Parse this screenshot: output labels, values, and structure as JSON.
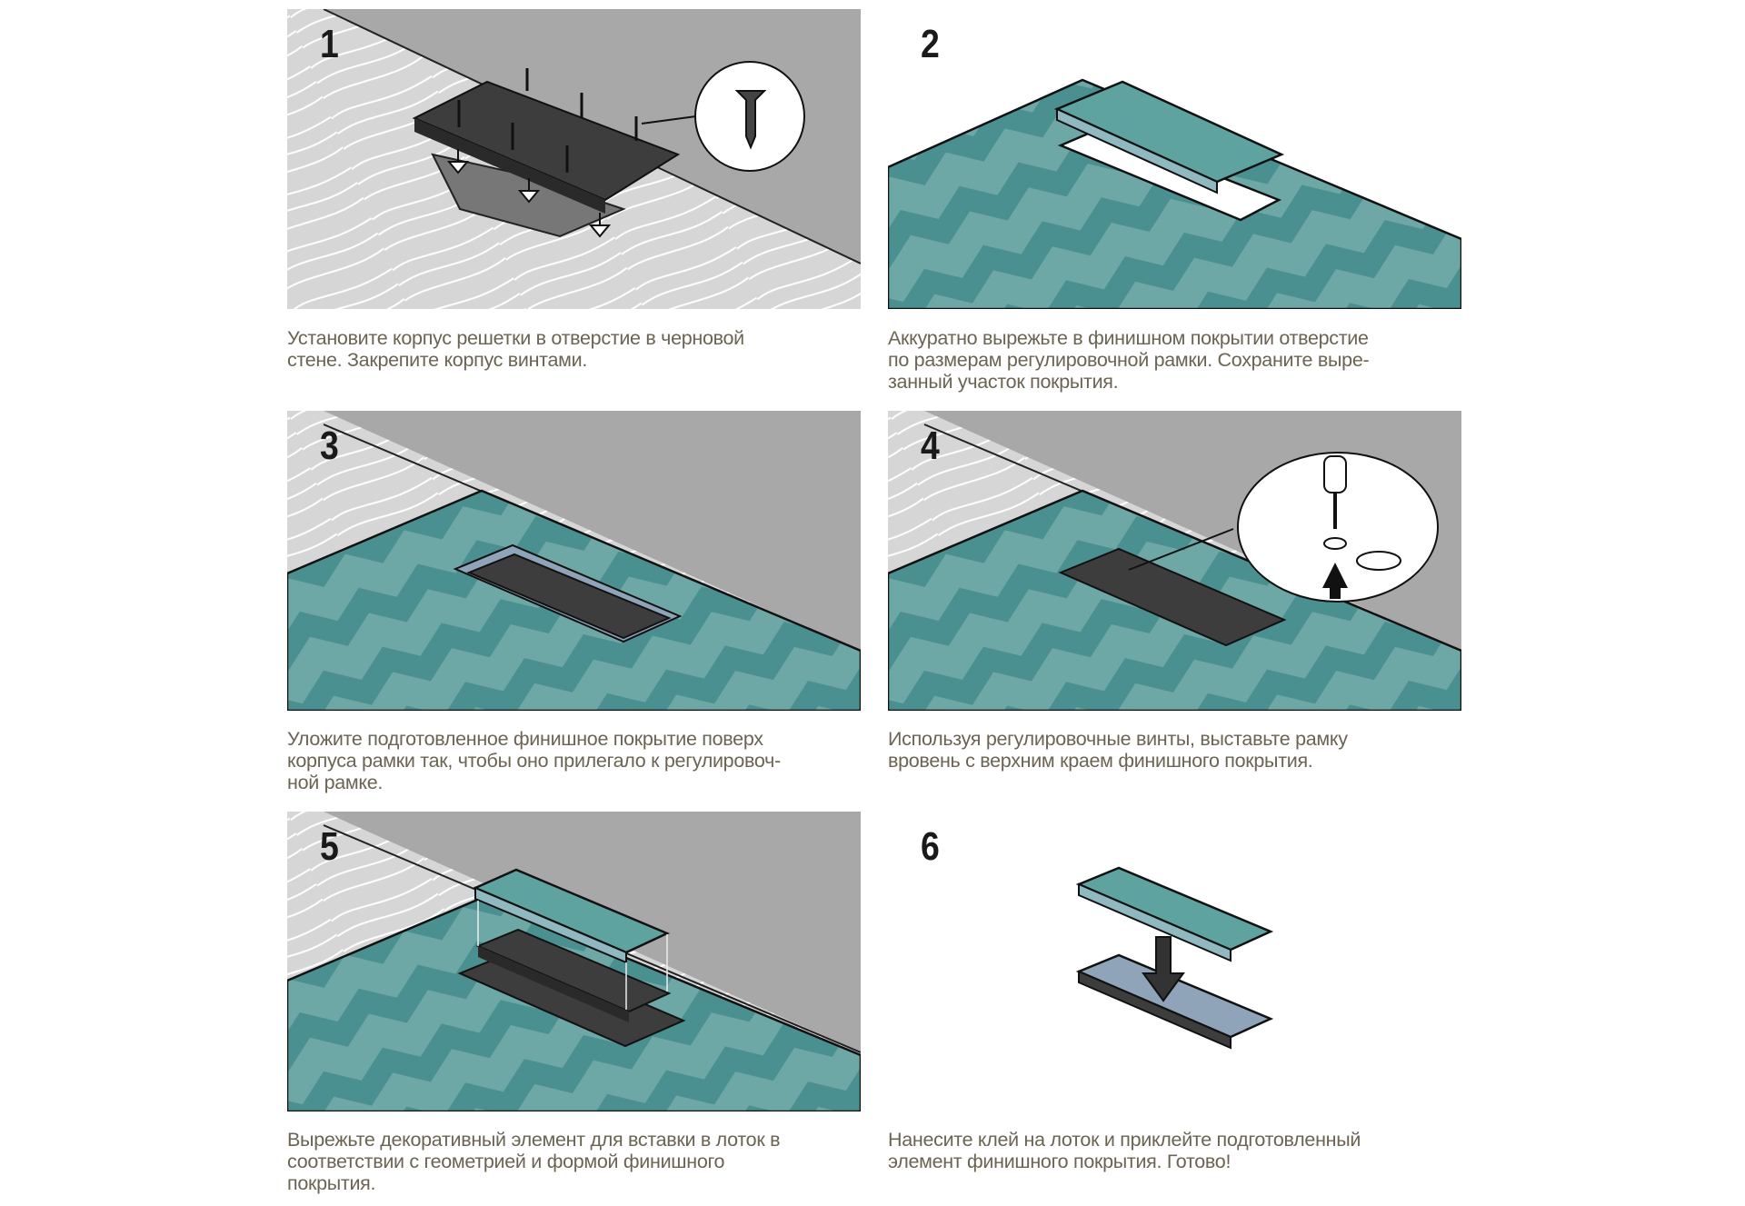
{
  "steps": [
    {
      "number": "1",
      "lines": [
        "Установите корпус решетки в отверстие в черновой",
        "стене. Закрепите корпус винтами."
      ]
    },
    {
      "number": "2",
      "lines": [
        "Аккуратно вырежьте в финишном покрытии отверстие",
        "по размерам регулировочной рамки. Сохраните выре-",
        "занный участок покрытия."
      ]
    },
    {
      "number": "3",
      "lines": [
        "Уложите подготовленное финишное покрытие поверх",
        "корпуса рамки так, чтобы оно прилегало к регулировоч-",
        "ной рамке."
      ]
    },
    {
      "number": "4",
      "lines": [
        "Используя регулировочные винты, выставьте рамку",
        "вровень с верхним краем финишного покрытия."
      ]
    },
    {
      "number": "5",
      "lines": [
        "Вырежьте декоративный элемент для вставки в лоток в",
        "соответствии с геометрией и формой финишного",
        "покрытия."
      ]
    },
    {
      "number": "6",
      "lines": [
        "Нанесите клей на лоток и приклейте подготовленный",
        "элемент финишного покрытия. Готово!"
      ]
    }
  ],
  "colors": {
    "wall": "#a8a8a8",
    "wood": "#e4e4e4",
    "teal_dark": "#4a9090",
    "teal_light": "#6ea8a6",
    "frame": "#3d3d3d",
    "text": "#6b6452"
  }
}
